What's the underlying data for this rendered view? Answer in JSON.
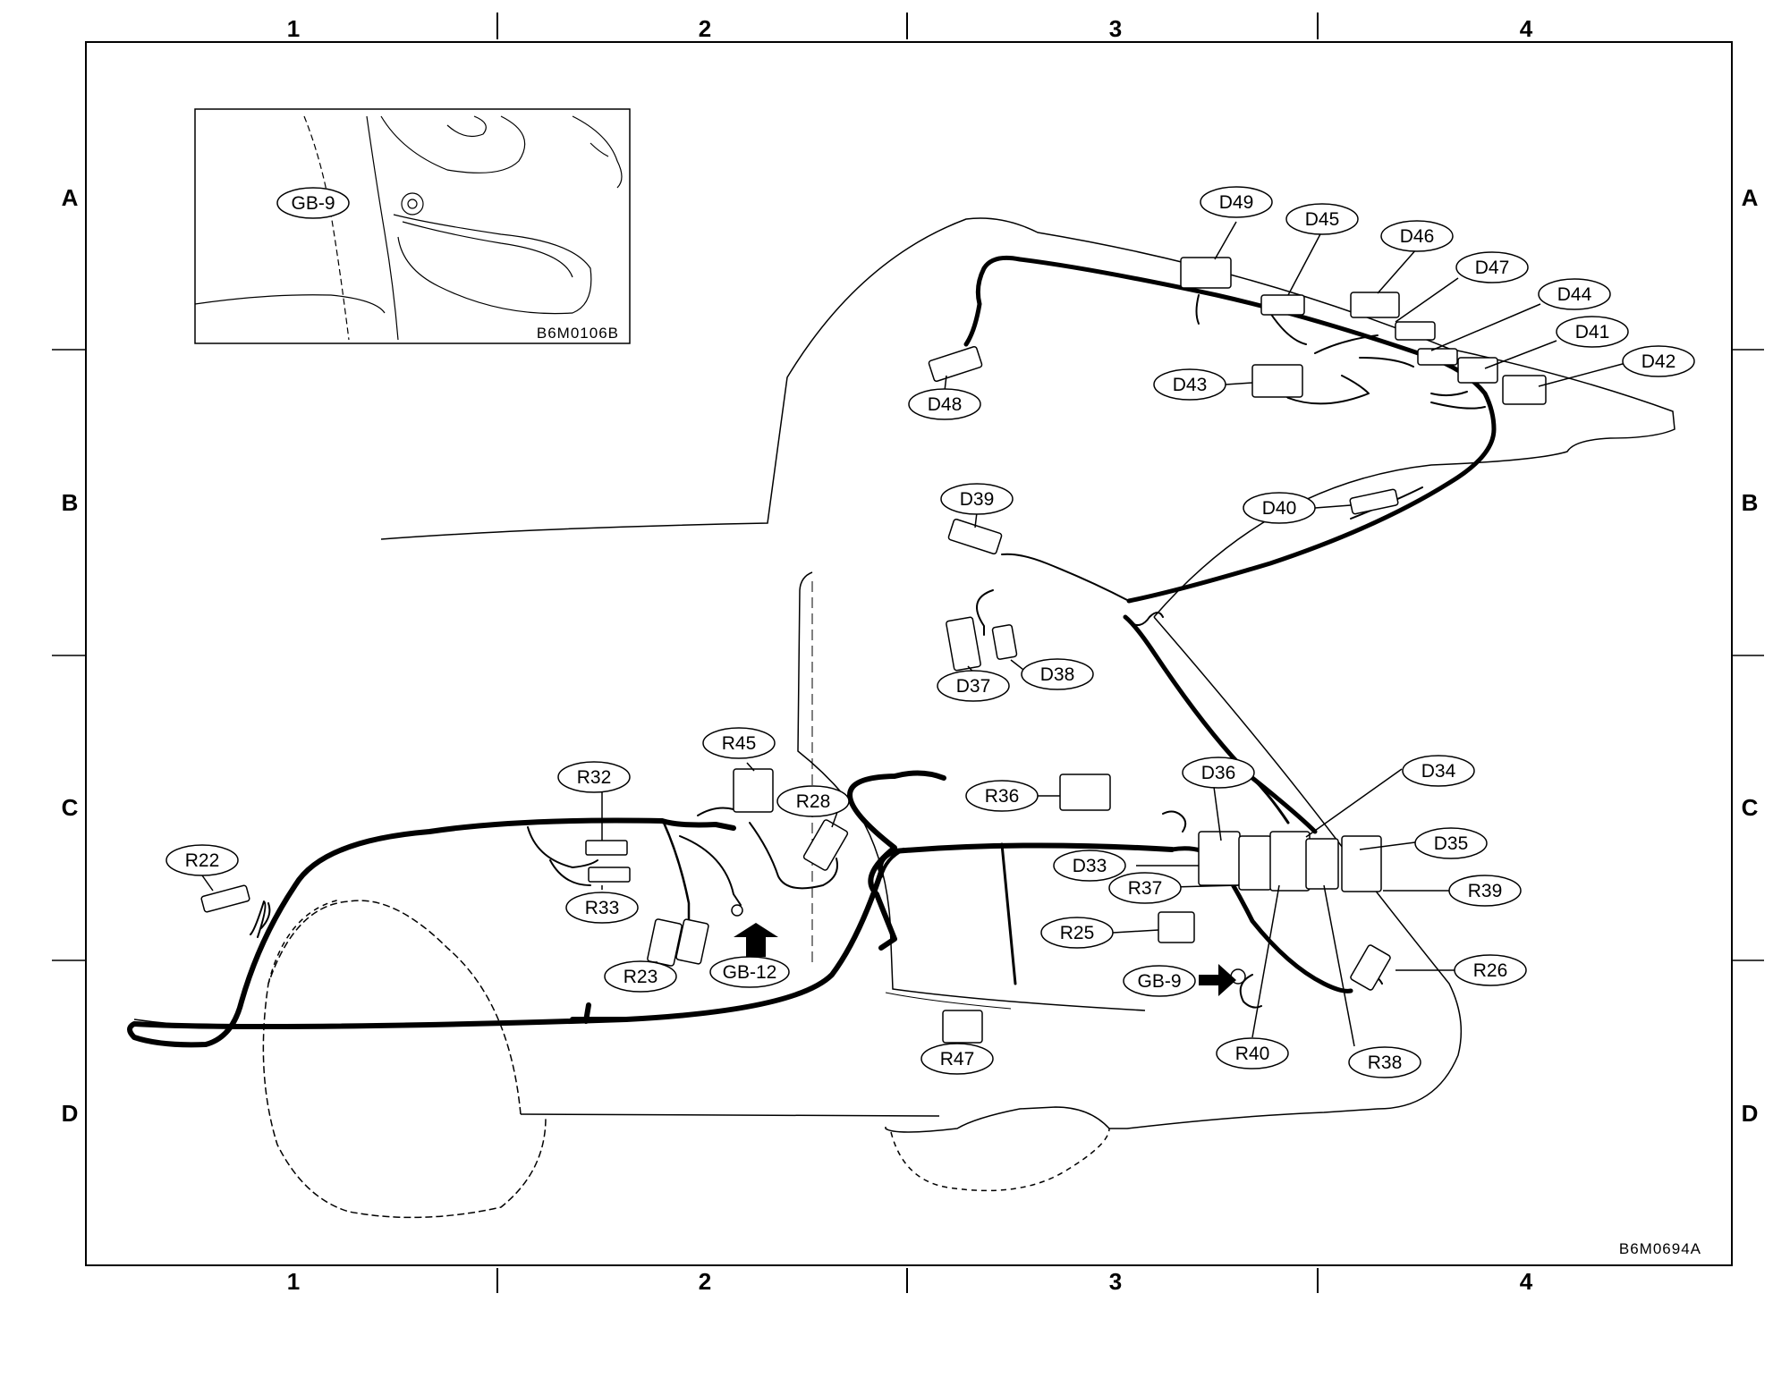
{
  "grid": {
    "columns": [
      "1",
      "2",
      "3",
      "4"
    ],
    "rows": [
      "A",
      "B",
      "C",
      "D"
    ]
  },
  "figure_codes": {
    "main": "B6M0694A",
    "inset": "B6M0106B"
  },
  "inset": {
    "ground_label": "GB-9"
  },
  "connectors": {
    "D49": "D49",
    "D45": "D45",
    "D46": "D46",
    "D47": "D47",
    "D44": "D44",
    "D41": "D41",
    "D42": "D42",
    "D43": "D43",
    "D48": "D48",
    "D39": "D39",
    "D40": "D40",
    "D37": "D37",
    "D38": "D38",
    "D36": "D36",
    "D34": "D34",
    "D35": "D35",
    "D33": "D33",
    "R45": "R45",
    "R32": "R32",
    "R28": "R28",
    "R22": "R22",
    "R33": "R33",
    "R23": "R23",
    "R36": "R36",
    "R37": "R37",
    "R39": "R39",
    "R25": "R25",
    "R26": "R26",
    "R40": "R40",
    "R38": "R38",
    "R47": "R47"
  },
  "grounds": {
    "GB12": "GB-12",
    "GB9": "GB-9"
  }
}
